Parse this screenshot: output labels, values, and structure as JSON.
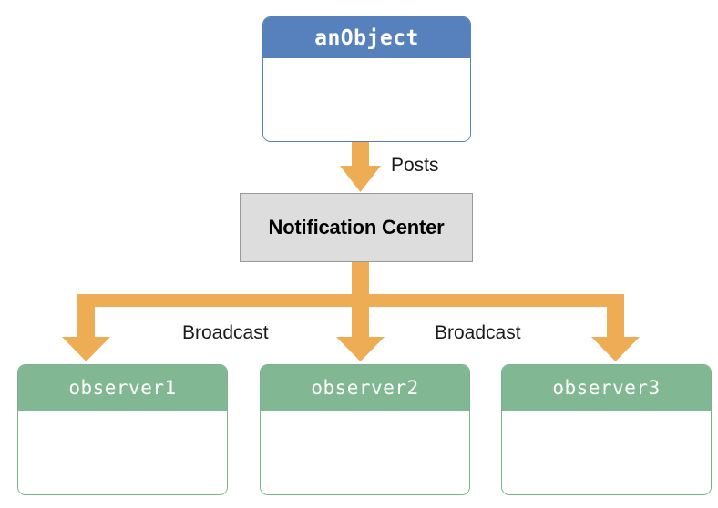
{
  "diagram": {
    "title": "Notification Center broadcast diagram",
    "colors": {
      "publisher_header": "#5681bd",
      "publisher_border": "#5681bd",
      "hub_fill": "#dddddd",
      "hub_border": "#9a9a9a",
      "observer_header": "#81b793",
      "observer_border": "#7cb18d",
      "arrow": "#eeac55",
      "background": "#ffffff",
      "text_dark": "#1a1a1a",
      "text_light": "#ffffff"
    },
    "publisher": {
      "name": "anObject",
      "body_text": ""
    },
    "hub": {
      "name": "Notification Center"
    },
    "observers": [
      {
        "name": "observer1",
        "body_text": ""
      },
      {
        "name": "observer2",
        "body_text": ""
      },
      {
        "name": "observer3",
        "body_text": ""
      }
    ],
    "edges": [
      {
        "label": "Posts",
        "from": "anObject",
        "to": "Notification Center"
      },
      {
        "label": "Broadcast",
        "from": "Notification Center",
        "to": "observer1"
      },
      {
        "label": "Broadcast",
        "from": "Notification Center",
        "to": "observer3"
      }
    ],
    "labels": {
      "posts": "Posts",
      "broadcast_left": "Broadcast",
      "broadcast_right": "Broadcast"
    }
  }
}
